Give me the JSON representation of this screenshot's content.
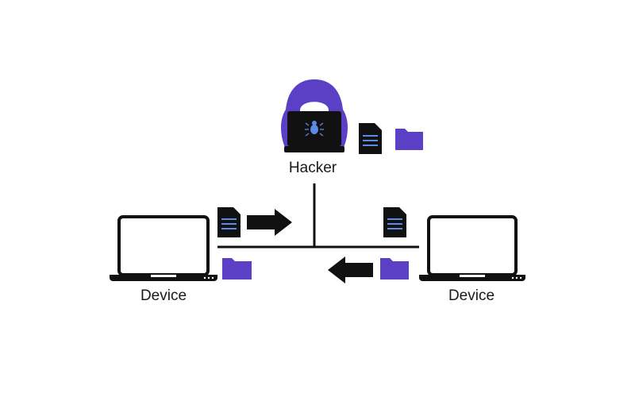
{
  "labels": {
    "hacker": "Hacker",
    "device_left": "Device",
    "device_right": "Device"
  },
  "icons": {
    "hacker": "hacker-icon",
    "laptop": "laptop-icon",
    "document": "document-icon",
    "folder": "folder-icon",
    "arrow_right": "arrow-right-icon",
    "arrow_left": "arrow-left-icon",
    "bug": "bug-icon"
  },
  "colors": {
    "purple": "#5b3fc4",
    "dark": "#111111",
    "doc_lines": "#5b8be6",
    "white": "#ffffff"
  }
}
